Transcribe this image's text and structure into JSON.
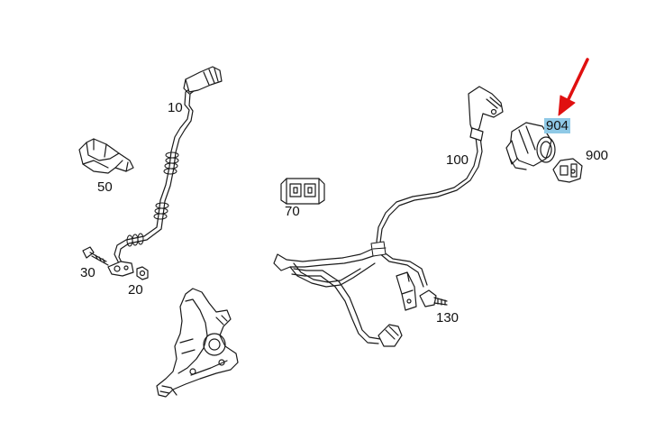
{
  "callouts": {
    "p10": "10",
    "p50": "50",
    "p30": "30",
    "p20": "20",
    "p70": "70",
    "p100": "100",
    "p904": "904",
    "p900": "900",
    "p130": "130"
  },
  "highlight": {
    "part": "904",
    "color": "#8fc9e6",
    "arrow_color": "#e01010"
  }
}
